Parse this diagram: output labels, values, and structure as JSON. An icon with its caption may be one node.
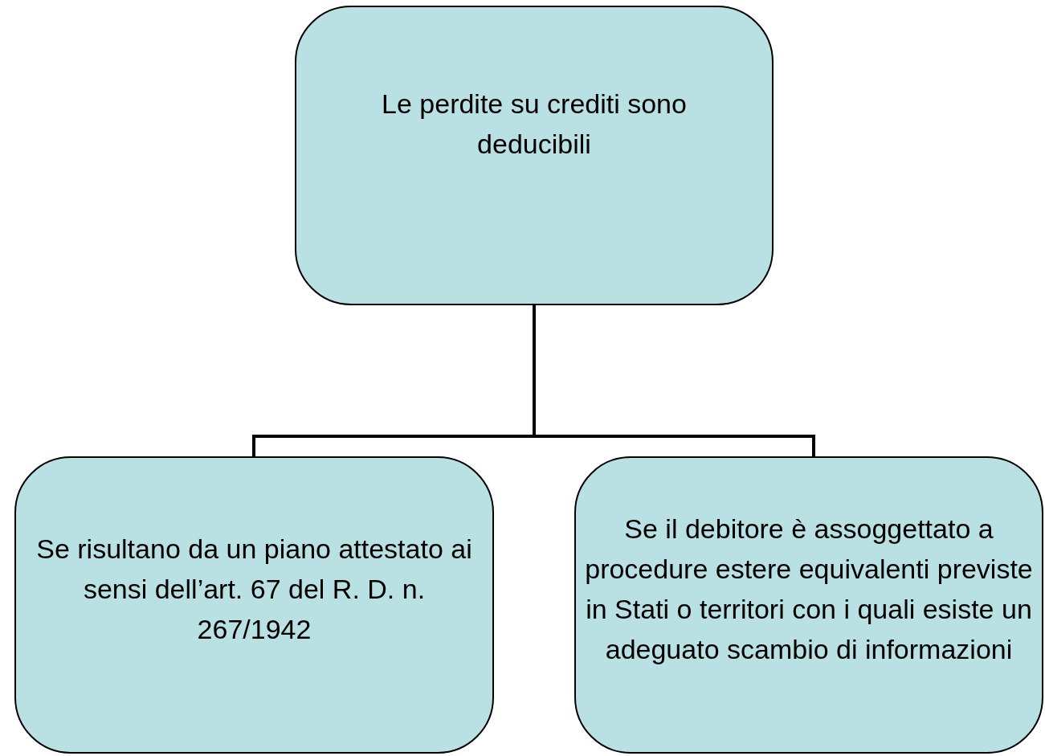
{
  "diagram": {
    "nodes": [
      {
        "text": [
          "Le perdite su crediti sono deducibili"
        ]
      },
      {
        "text": [
          "Se risultano da un piano attestato ai sensi dell’art. 67 del R. D. n. 267/1942"
        ]
      },
      {
        "text": [
          "Se il debitore è assoggettato a procedure estere equivalenti previste in Stati o territori con i quali esiste un adeguato scambio di informazioni"
        ]
      }
    ],
    "edges": [
      {
        "from": 0,
        "to": 1,
        "arrow": "none"
      },
      {
        "from": 0,
        "to": 2,
        "arrow": "none"
      }
    ]
  }
}
